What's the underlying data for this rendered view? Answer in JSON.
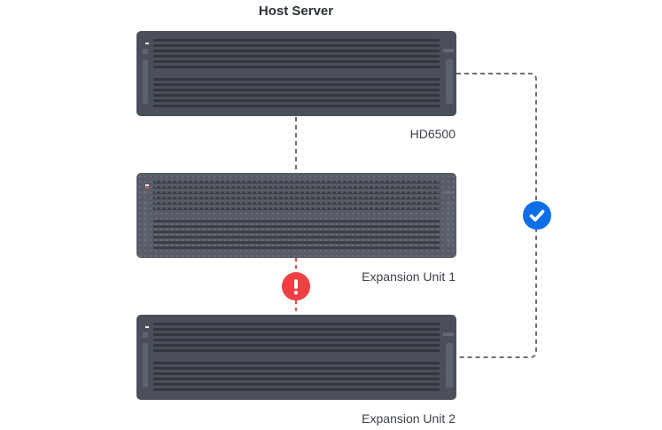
{
  "diagram": {
    "title": "Host Server",
    "units": [
      {
        "id": "host",
        "label": "HD6500",
        "state": "active",
        "led_color": "#ffffff"
      },
      {
        "id": "exp1",
        "label": "Expansion Unit 1",
        "state": "inactive",
        "led_color": "#e64545"
      },
      {
        "id": "exp2",
        "label": "Expansion Unit 2",
        "state": "active",
        "led_color": "#ffffff"
      }
    ],
    "connections": [
      {
        "from": "host",
        "to": "exp1",
        "style": "dashed",
        "color": "#6b6f76",
        "status": ""
      },
      {
        "from": "exp1",
        "to": "exp2",
        "style": "dashed",
        "color": "#f0474a",
        "status": "error"
      },
      {
        "from": "host",
        "to": "exp2",
        "style": "dashed",
        "color": "#6b6f76",
        "status": "ok"
      }
    ],
    "status_icons": {
      "error": {
        "icon": "exclamation-icon",
        "glyph": "!",
        "color": "#f03e43"
      },
      "ok": {
        "icon": "checkmark-icon",
        "glyph": "✓",
        "color": "#0d6ee6"
      }
    }
  }
}
